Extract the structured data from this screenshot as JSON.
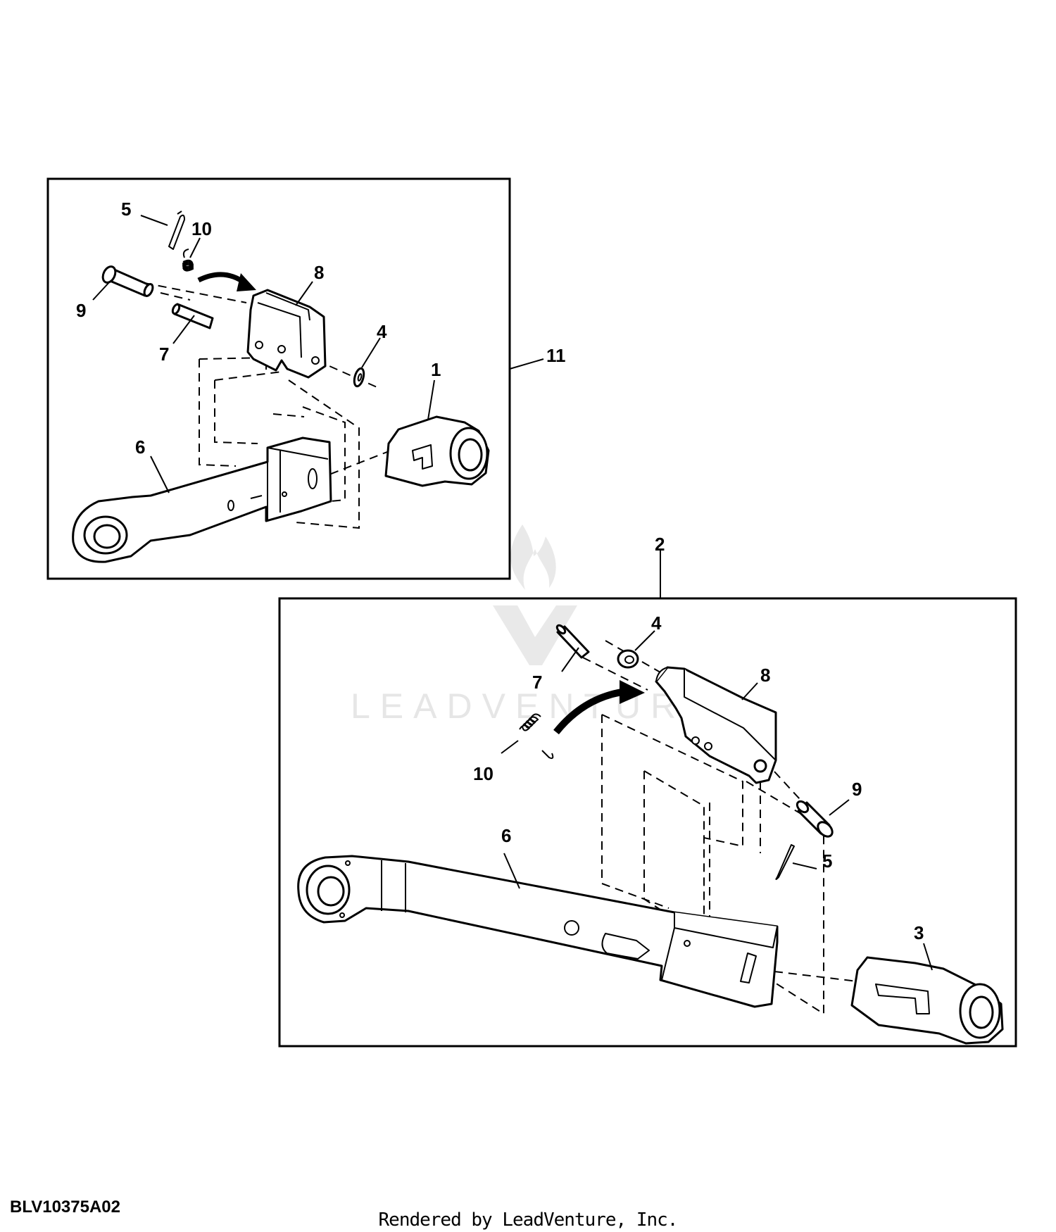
{
  "drawing_code": "BLV10375A02",
  "footer_credit": "Rendered by LeadVenture, Inc.",
  "watermark_text": "LEADVENTURE",
  "assembly_top": {
    "callouts": {
      "c5": "5",
      "c10": "10",
      "c8": "8",
      "c9": "9",
      "c7": "7",
      "c4": "4",
      "c11": "11",
      "c1": "1",
      "c6": "6"
    }
  },
  "assembly_bottom": {
    "callouts": {
      "c2": "2",
      "c4": "4",
      "c7": "7",
      "c8": "8",
      "c10": "10",
      "c9": "9",
      "c5": "5",
      "c6": "6",
      "c3": "3"
    }
  }
}
